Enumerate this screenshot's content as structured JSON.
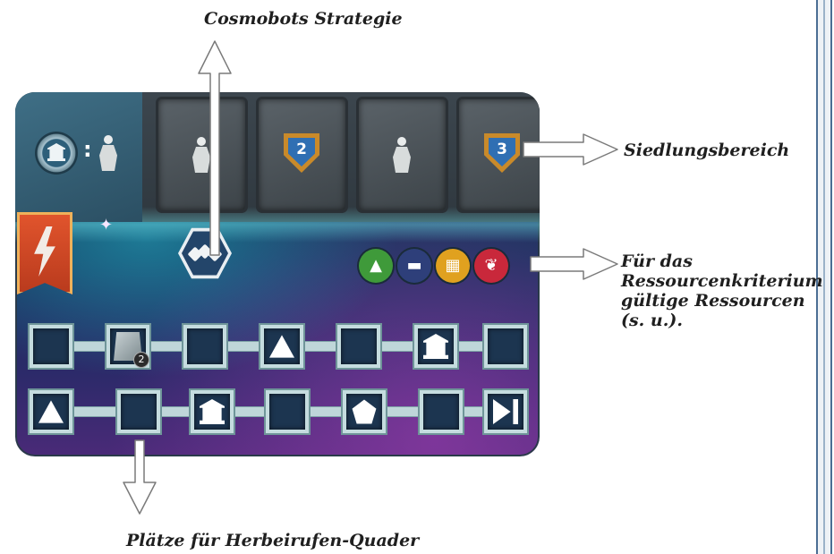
{
  "labels": {
    "strategy": "Cosmobots Strategie",
    "settlement": "Siedlungsbereich",
    "resources": [
      "Für das",
      "Ressourcenkriterium",
      "gültige Ressourcen",
      "(s. u.)."
    ],
    "places": "Plätze für Herbeirufen-Quader"
  },
  "board": {
    "settlement_slots": [
      {
        "content": "figure-icon"
      },
      {
        "content": "shield-icon",
        "number": "2"
      },
      {
        "content": "figure-icon"
      },
      {
        "content": "shield-icon",
        "number": "3"
      }
    ],
    "start_slot": {
      "icon": "temple-token-icon",
      "separator": ":"
    },
    "resource_icons": [
      "tree-icon",
      "anvil-icon",
      "bricks-icon",
      "wheat-icon"
    ],
    "track_row1": [
      "empty",
      "card-icon",
      "empty",
      "eye-triangle-icon",
      "empty",
      "temple-icon",
      "empty"
    ],
    "track_row2": [
      "eye-triangle-icon",
      "empty",
      "temple-icon",
      "empty",
      "eye-pentagon-icon",
      "empty",
      "skip-end-icon"
    ],
    "card_badge": "2"
  },
  "colors": {
    "banner": "#d94a26",
    "resource_tree": "#3f9a3a",
    "resource_anvil": "#2e3f7a",
    "resource_bricks": "#e0a11f",
    "resource_wheat": "#c9283b"
  }
}
